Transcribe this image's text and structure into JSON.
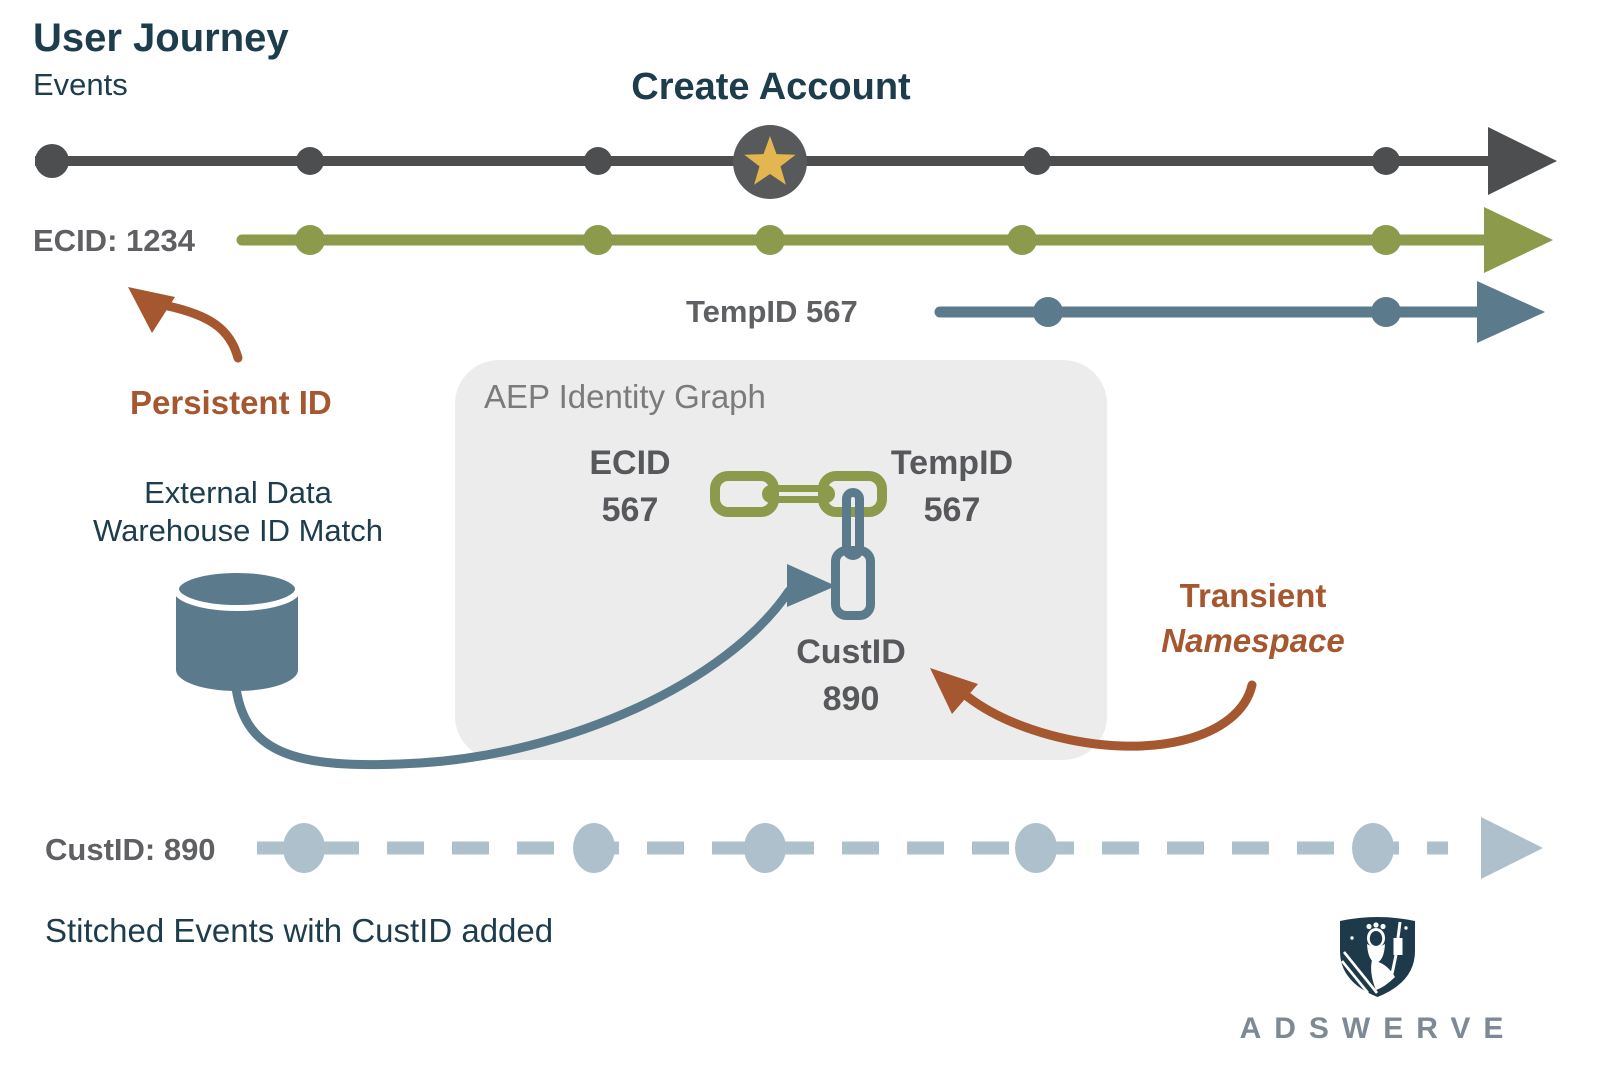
{
  "header": {
    "title": "User Journey",
    "subtitle": "Events",
    "milestone_label": "Create Account"
  },
  "timelines": {
    "events": {
      "label": "Create Account",
      "color": "#4d4e50",
      "milestone_icon": "star-icon",
      "dot_count": 5
    },
    "ecid": {
      "label": "ECID: 1234",
      "color": "#8b9a4b",
      "dot_count": 5
    },
    "tempid": {
      "label": "TempID 567",
      "color": "#5b7b8c",
      "dot_count": 2
    },
    "custid": {
      "label": "CustID: 890",
      "color": "#aec0cb",
      "style": "dashed",
      "dot_count": 5,
      "caption": "Stitched Events with CustID added"
    }
  },
  "annotations": {
    "persistent_id": "Persistent ID",
    "transient_line1": "Transient",
    "transient_line2": "Namespace",
    "warehouse_line1": "External Data",
    "warehouse_line2": "Warehouse ID Match"
  },
  "identity_graph": {
    "title": "AEP Identity Graph",
    "nodes": {
      "ecid": {
        "name": "ECID",
        "value": "567"
      },
      "tempid": {
        "name": "TempID",
        "value": "567"
      },
      "custid": {
        "name": "CustID",
        "value": "890"
      }
    }
  },
  "branding": {
    "wordmark": "ADSWERVE"
  },
  "icons": {
    "milestone": "star-icon",
    "ecid_tempid_link": "chain-link-icon",
    "custid_link": "vertical-chain-link-icon",
    "warehouse": "database-cylinder-icon",
    "brand": "shield-crest-icon"
  },
  "palette": {
    "navy_text": "#1d3c4c",
    "gray_timeline": "#4d4e50",
    "star_circle": "#58595b",
    "gold_star": "#e3b64f",
    "olive_timeline": "#8b9a4b",
    "steel_timeline": "#5b7b8c",
    "dashed_timeline": "#aec0cb",
    "rust_accent": "#a5572f",
    "label_gray": "#5f6063",
    "graph_box_bg": "#ececec",
    "graph_title_gray": "#7b7b7b",
    "wordmark_gray": "#7d8a96"
  }
}
